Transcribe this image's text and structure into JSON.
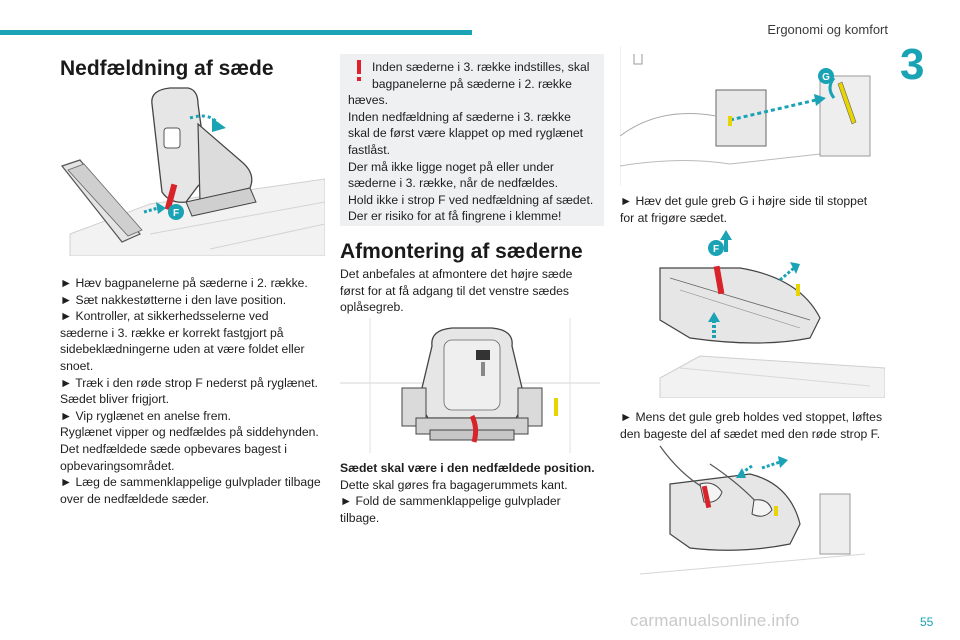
{
  "header": {
    "section_title": "Ergonomi og komfort",
    "chapter_number": "3",
    "page_number": "55"
  },
  "left": {
    "heading": "Nedfældning af sæde",
    "figure_label": "F",
    "lines": [
      "► Hæv bagpanelerne på sæderne i 2. række.",
      "► Sæt nakkestøtterne i den lave position.",
      "► Kontroller, at sikkerhedsselerne ved",
      "sæderne i 3. række er korrekt fastgjort på",
      "sidebeklædningerne uden at være foldet eller",
      "snoet.",
      "► Træk i den røde strop F nederst på ryglænet.",
      "Sædet bliver frigjort.",
      "► Vip ryglænet en anelse frem.",
      "Ryglænet vipper og nedfældes på siddehynden.",
      "Det nedfældede sæde opbevares bagest i",
      "opbevaringsområdet.",
      "► Læg de sammenklappelige gulvplader tilbage",
      "over de nedfældede sæder."
    ]
  },
  "warning": {
    "lines": [
      "Inden sæderne i 3. række indstilles, skal",
      "bagpanelerne på sæderne i 2. række",
      "hæves.",
      "Inden nedfældning af sæderne i 3. række",
      "skal de først være klappet op med ryglænet",
      "fastlåst.",
      "Der må ikke ligge noget på eller under",
      "sæderne i 3. række, når de nedfældes.",
      "Hold ikke i strop F ved nedfældning af sædet.",
      "Der er risiko for at få fingrene i klemme!"
    ]
  },
  "middle": {
    "heading": "Afmontering af sæderne",
    "intro": [
      "Det anbefales at afmontere det højre sæde",
      "først for at få adgang til det venstre sædes",
      "oplåsegreb."
    ],
    "bold_line": "Sædet skal være i den nedfældede position.",
    "lines": [
      "Dette skal gøres fra bagagerummets kant.",
      "► Fold de sammenklappelige gulvplader",
      "tilbage."
    ]
  },
  "right": {
    "figure_label_g": "G",
    "figure_label_f": "F",
    "step1": [
      "► Hæv det gule greb G i højre side til stoppet",
      "for at frigøre sædet."
    ],
    "step2": [
      "► Mens det gule greb holdes ved stoppet, løftes",
      "den bageste del af sædet med den røde strop F."
    ]
  },
  "footer": {
    "watermark": "carmanualsonline.info"
  },
  "colors": {
    "accent": "#1aa3b4",
    "warning_red": "#e0202a",
    "strap_red": "#d8232a",
    "lever_yellow": "#e8d400",
    "arrow_teal": "#1aa3b4"
  }
}
